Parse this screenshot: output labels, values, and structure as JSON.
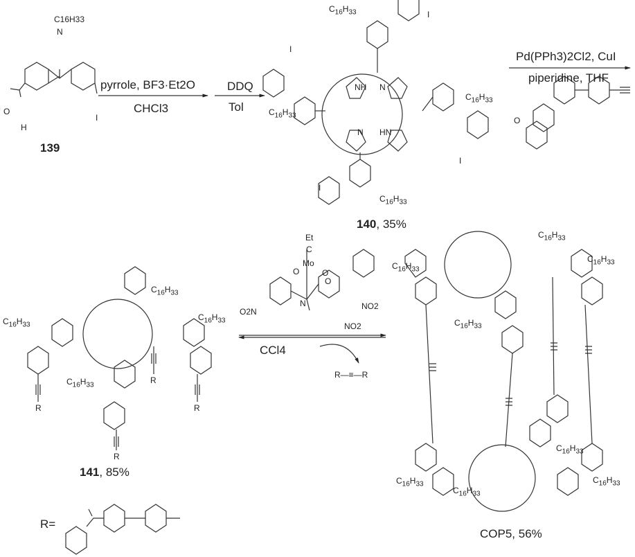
{
  "scheme": {
    "compound_139": {
      "id": "139",
      "substituent": "C16H33",
      "atoms": {
        "nitrogen": "N",
        "oxygen": "O",
        "hydrogen": "H",
        "iodine": "I"
      }
    },
    "step1": {
      "reagents": "pyrrole, BF3·Et2O",
      "reagents_parts": [
        "pyrrole, BF",
        "3",
        "·Et",
        "2",
        "O"
      ],
      "solvent": "CHCl3",
      "solvent_parts": [
        "CHCl",
        "3"
      ]
    },
    "step2": {
      "reagent": "DDQ",
      "solvent": "Tol"
    },
    "compound_140": {
      "id": "140",
      "yield": ", 35%",
      "atoms": {
        "nh": "NH",
        "hn": "HN",
        "n": "N",
        "iodine": "I"
      }
    },
    "step3": {
      "reagents": "Pd(PPh3)2Cl2, CuI",
      "reagents_parts": [
        "Pd(PPh",
        "3",
        ")",
        "2",
        "Cl",
        "2",
        ", CuI"
      ],
      "conditions": "piperidine, THF"
    },
    "compound_141": {
      "id": "141",
      "yield": ", 85%",
      "r_label": "R"
    },
    "catalyst": {
      "et": "Et",
      "c": "C",
      "mo": "Mo",
      "o": "O",
      "n": "N",
      "no2": "NO2",
      "o2n": "O2N"
    },
    "step4": {
      "solvent": "CCl4",
      "solvent_parts": [
        "CCl",
        "4"
      ],
      "byproduct": "R—≡—R",
      "r": "R"
    },
    "product": {
      "label": "COP5, 56%"
    },
    "r_definition": {
      "label": "R="
    },
    "alkyl": {
      "c": "C",
      "c_sub": "16",
      "h": "H",
      "h_sub": "33"
    }
  }
}
